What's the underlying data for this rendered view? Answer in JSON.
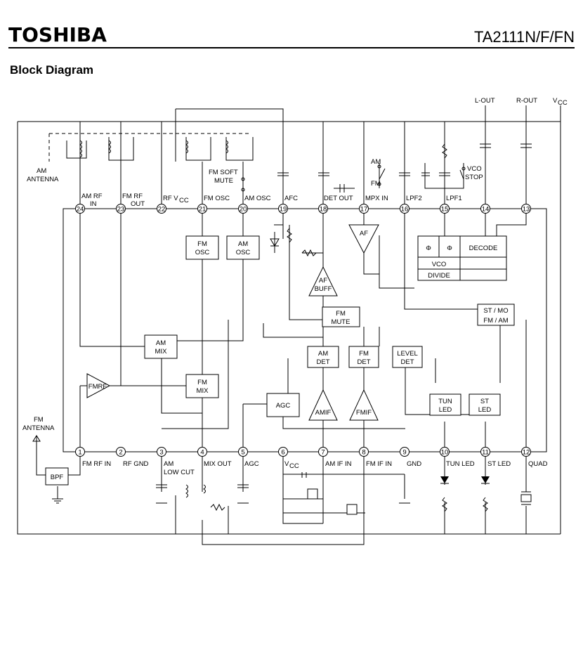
{
  "header": {
    "brand": "TOSHIBA",
    "part_number": "TA2111N/F/FN",
    "section_title": "Block Diagram"
  },
  "pins_top": [
    {
      "num": "24",
      "label": "AM RF IN"
    },
    {
      "num": "23",
      "label": "FM RF OUT"
    },
    {
      "num": "22",
      "label": "RF VCC"
    },
    {
      "num": "21",
      "label": "FM OSC"
    },
    {
      "num": "20",
      "label": "AM OSC"
    },
    {
      "num": "19",
      "label": "AFC"
    },
    {
      "num": "18",
      "label": "DET OUT"
    },
    {
      "num": "17",
      "label": "MPX IN"
    },
    {
      "num": "16",
      "label": "LPF2"
    },
    {
      "num": "15",
      "label": "LPF1"
    },
    {
      "num": "14",
      "label": ""
    },
    {
      "num": "13",
      "label": ""
    }
  ],
  "pins_bottom": [
    {
      "num": "1",
      "label": "FM RF IN"
    },
    {
      "num": "2",
      "label": "RF GND"
    },
    {
      "num": "3",
      "label": "AM LOW CUT"
    },
    {
      "num": "4",
      "label": "MIX OUT"
    },
    {
      "num": "5",
      "label": "AGC"
    },
    {
      "num": "6",
      "label": "VCC"
    },
    {
      "num": "7",
      "label": "AM IF IN"
    },
    {
      "num": "8",
      "label": "FM IF IN"
    },
    {
      "num": "9",
      "label": "GND"
    },
    {
      "num": "10",
      "label": "TUN LED"
    },
    {
      "num": "11",
      "label": "ST LED"
    },
    {
      "num": "12",
      "label": "QUAD"
    }
  ],
  "blocks": {
    "fm_osc": "FM OSC",
    "am_osc": "AM OSC",
    "am_mix": "AM MIX",
    "fm_mix": "FM MIX",
    "fmrf": "FMRF",
    "agc": "AGC",
    "amif": "AMIF",
    "fmif": "FMIF",
    "af_buff": "AF BUFF",
    "fm_mute": "FM MUTE",
    "am_det": "AM DET",
    "fm_det": "FM DET",
    "level_det": "LEVEL DET",
    "af": "AF",
    "decode": "DECODE",
    "vco": "VCO",
    "divide": "DIVIDE",
    "st_mo": "ST / MO",
    "fm_am": "FM / AM",
    "tun_led": "TUN LED",
    "st_led": "ST LED",
    "bpf": "BPF"
  },
  "external": {
    "am_antenna": "AM ANTENNA",
    "fm_antenna": "FM ANTENNA",
    "fm_soft_mute": "FM SOFT MUTE",
    "am_sw": "AM",
    "fm_sw": "FM",
    "vco_stop": "VCO STOP",
    "l_out": "L-OUT",
    "r_out": "R-OUT",
    "vcc": "VCC"
  },
  "icons": [
    "ground-icon",
    "capacitor-icon",
    "resistor-icon",
    "inductor-icon",
    "diode-icon",
    "led-icon",
    "switch-icon",
    "crystal-icon",
    "antenna-icon"
  ]
}
